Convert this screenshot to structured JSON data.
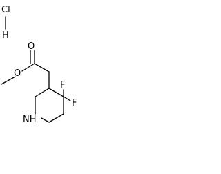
{
  "salt": {
    "h": "H",
    "cl": "Cl"
  },
  "atoms": {
    "ester_o_methyl": "O",
    "carbonyl_o": "O",
    "f_left": "F",
    "f_right": "F",
    "ring_n": "NH"
  },
  "colors": {
    "ink": "#000000",
    "background": "#ffffff"
  }
}
